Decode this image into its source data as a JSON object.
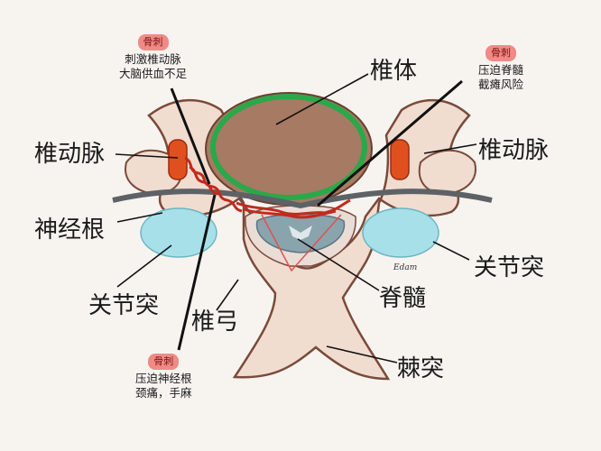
{
  "labels": {
    "vertebral_body": "椎体",
    "vertebral_artery_left": "椎动脉",
    "vertebral_artery_right": "椎动脉",
    "nerve_root": "神经根",
    "facet_left": "关节突",
    "facet_right": "关节突",
    "lamina": "椎弓",
    "spinal_cord": "脊髓",
    "spinous_process": "棘突"
  },
  "notes": {
    "spur_artery": {
      "tag": "骨刺",
      "line1": "刺激椎动脉",
      "line2": "大脑供血不足"
    },
    "spur_cord": {
      "tag": "骨刺",
      "line1": "压迫脊髓",
      "line2": "截瘫风险"
    },
    "spur_nerve": {
      "tag": "骨刺",
      "line1": "压迫神经根",
      "line2": "颈痛，手麻"
    }
  },
  "signature": "Edam",
  "colors": {
    "bone": "#f1dcd0",
    "bone_outline": "#7a4a3a",
    "body_fill": "#a77a63",
    "green_ring": "#2aa84a",
    "artery": "#e0501f",
    "spur": "#c22a1e",
    "facet": "#a8e0ea",
    "cord": "#8aa4ad",
    "nerve": "#5d6266"
  }
}
